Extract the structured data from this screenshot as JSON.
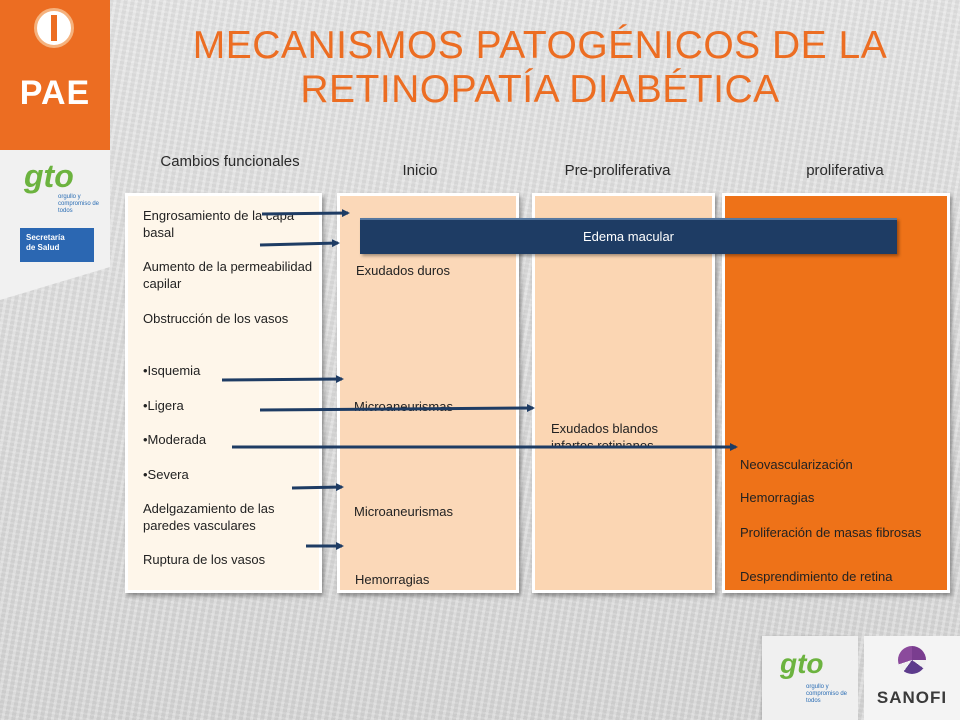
{
  "title": "MECANISMOS PATOGÉNICOS DE LA RETINOPATÍA DIABÉTICA",
  "logos": {
    "pae": "PAE",
    "gto": "gto",
    "gto_tagline": "orgullo y compromiso de todos",
    "salud_line1": "Secretaría",
    "salud_line2": "de Salud",
    "sanofi": "SANOFI"
  },
  "headers": {
    "col1": "Cambios funcionales",
    "col2": "Inicio",
    "col3": "Pre-proliferativa",
    "col4": "proliferativa"
  },
  "col1_items": [
    "Engrosamiento de la capa basal",
    "Aumento de la permeabilidad capilar",
    "Obstrucción de los vasos",
    "•Isquemia",
    "•Ligera",
    "•Moderada",
    "•Severa",
    "Adelgazamiento de las paredes vasculares",
    "Ruptura de los vasos"
  ],
  "col2_items": [
    "Exudados duros",
    "Microaneurismas",
    "Microaneurismas",
    "Hemorragias"
  ],
  "col3_items": [
    "Exudados blandos infartos retinianos"
  ],
  "col4_items": [
    "Neovascularización",
    "Hemorragias",
    "Proliferación de masas fibrosas",
    "Desprendimiento de retina"
  ],
  "edema": "Edema macular",
  "colors": {
    "accent": "#ec6d22",
    "navy": "#1e3c64",
    "column_orange": "#ee7218",
    "column_peach": "#fbd8b8",
    "column_cream": "#fef6ea"
  }
}
